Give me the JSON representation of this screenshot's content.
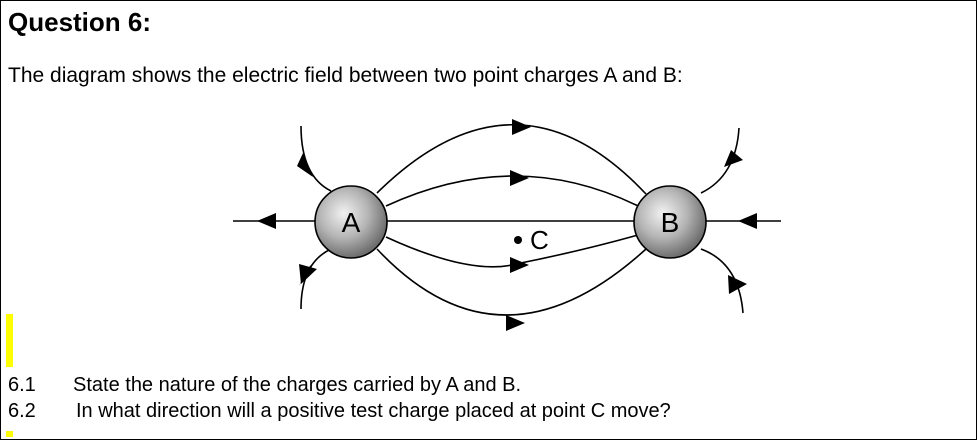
{
  "question": {
    "title": "Question 6:",
    "intro": "The diagram shows the electric field between two point charges A and B:"
  },
  "diagram": {
    "charge_a_label": "A",
    "charge_b_label": "B",
    "point_label": "C"
  },
  "sub_questions": [
    {
      "number": "6.1",
      "text": "State the nature of the charges carried by A and B."
    },
    {
      "number": "6.2",
      "text": "In what direction will a positive test charge placed at point C move?"
    }
  ],
  "colors": {
    "highlight": "#ffff00",
    "charge_fill_light": "#efefef",
    "charge_fill_dark": "#7a7a7a"
  }
}
